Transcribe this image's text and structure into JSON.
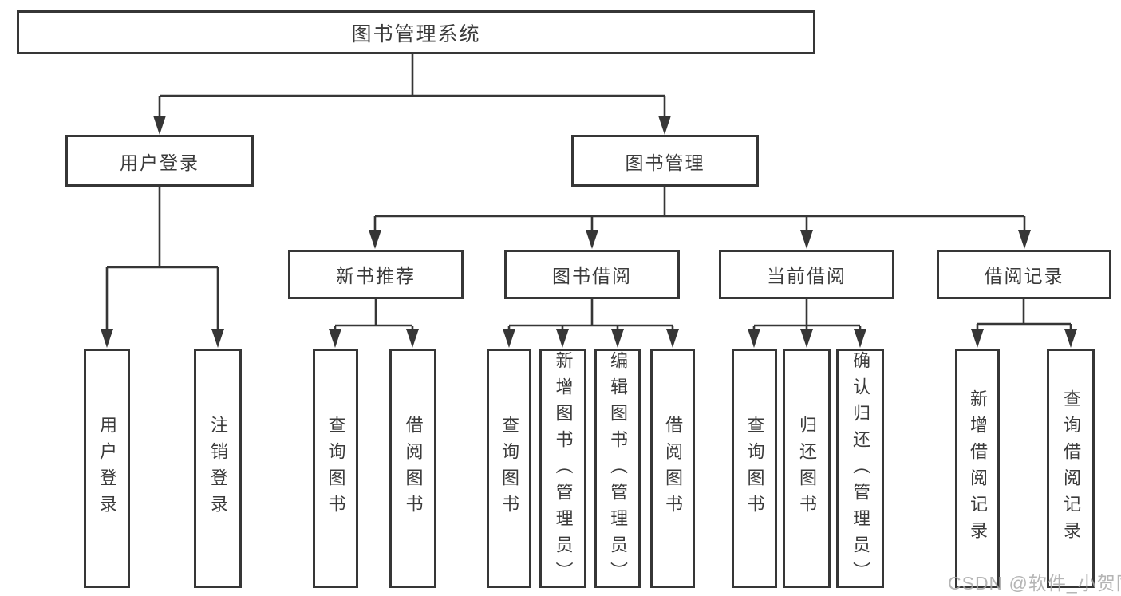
{
  "root": {
    "label": "图书管理系统"
  },
  "branches": [
    {
      "label": "用户登录",
      "children": [
        {
          "label": "用户登录"
        },
        {
          "label": "注销登录"
        }
      ]
    },
    {
      "label": "图书管理",
      "children": [
        {
          "label": "新书推荐",
          "children": [
            {
              "label": "查询图书"
            },
            {
              "label": "借阅图书"
            }
          ]
        },
        {
          "label": "图书借阅",
          "children": [
            {
              "label": "查询图书"
            },
            {
              "label": "新增图书（管理员）"
            },
            {
              "label": "编辑图书（管理员）"
            },
            {
              "label": "借阅图书"
            }
          ]
        },
        {
          "label": "当前借阅",
          "children": [
            {
              "label": "查询图书"
            },
            {
              "label": "归还图书"
            },
            {
              "label": "确认归还（管理员）"
            }
          ]
        },
        {
          "label": "借阅记录",
          "children": [
            {
              "label": "新增借阅记录"
            },
            {
              "label": "查询借阅记录"
            }
          ]
        }
      ]
    }
  ],
  "watermark": "CSDN @软件_小贺同学",
  "colors": {
    "line": "#363636",
    "text": "#3b3b3b",
    "background": "#ffffff",
    "watermark": "#a9a9a9"
  }
}
